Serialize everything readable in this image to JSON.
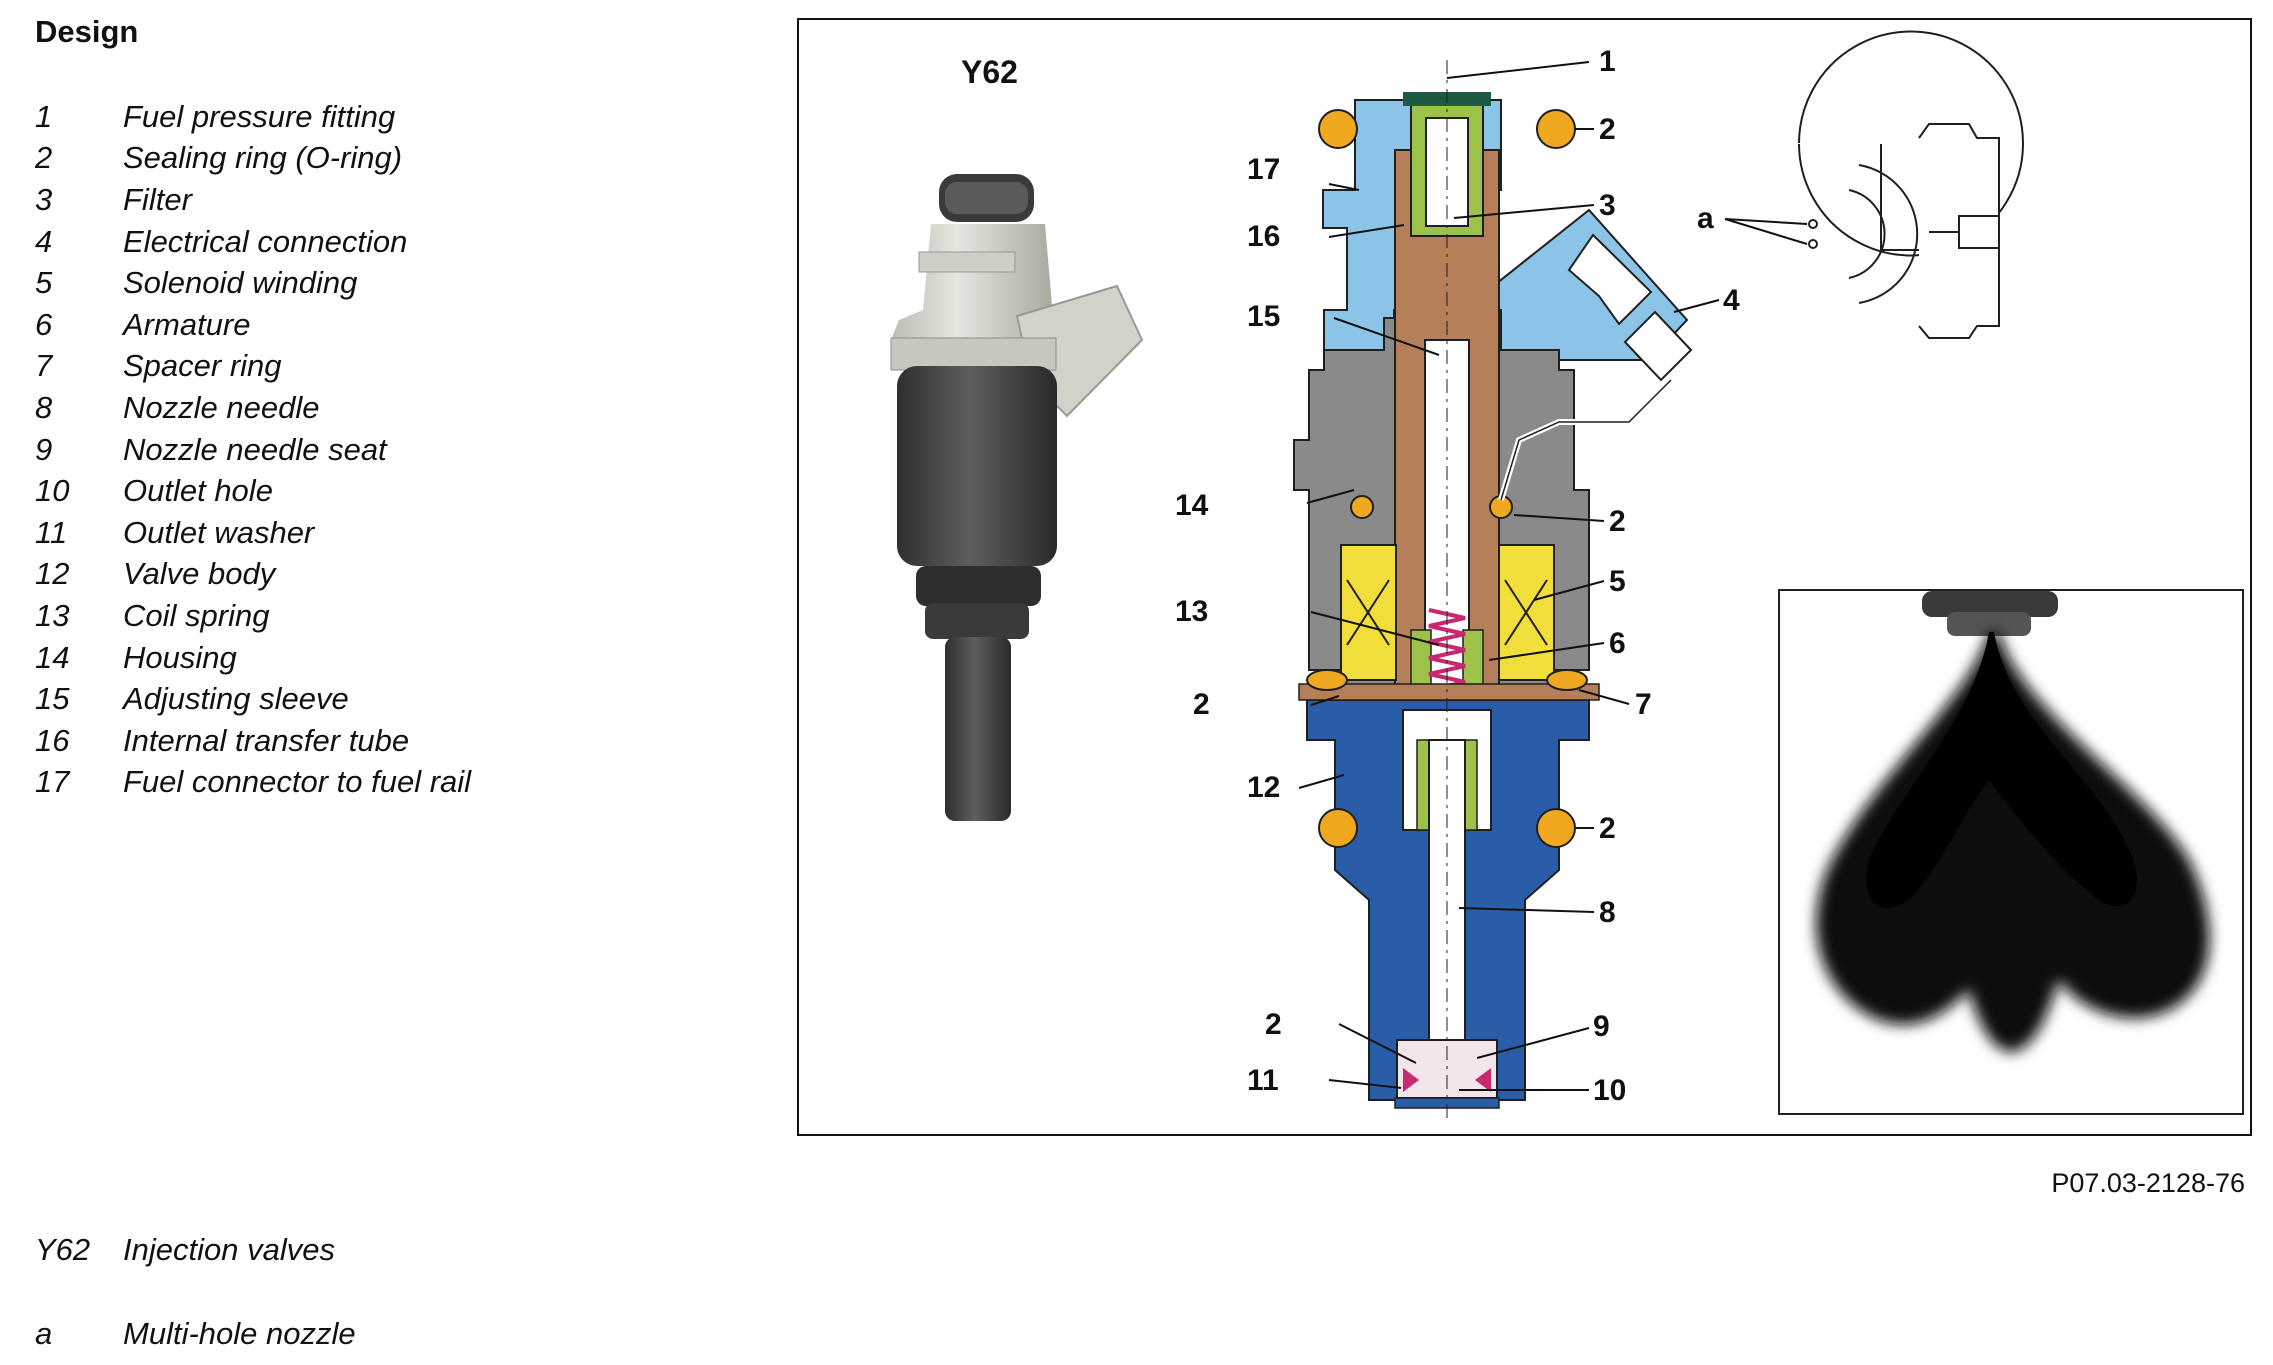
{
  "heading": "Design",
  "legend": [
    {
      "num": "1",
      "label": "Fuel pressure fitting"
    },
    {
      "num": "2",
      "label": "Sealing ring (O-ring)"
    },
    {
      "num": "3",
      "label": "Filter"
    },
    {
      "num": "4",
      "label": "Electrical connection"
    },
    {
      "num": "5",
      "label": "Solenoid winding"
    },
    {
      "num": "6",
      "label": "Armature"
    },
    {
      "num": "7",
      "label": "Spacer ring"
    },
    {
      "num": "8",
      "label": "Nozzle needle"
    },
    {
      "num": "9",
      "label": "Nozzle needle seat"
    },
    {
      "num": "10",
      "label": "Outlet hole"
    },
    {
      "num": "11",
      "label": "Outlet washer"
    },
    {
      "num": "12",
      "label": "Valve body"
    },
    {
      "num": "13",
      "label": "Coil spring"
    },
    {
      "num": "14",
      "label": "Housing"
    },
    {
      "num": "15",
      "label": "Adjusting sleeve"
    },
    {
      "num": "16",
      "label": "Internal transfer tube"
    },
    {
      "num": "17",
      "label": "Fuel connector to fuel rail"
    }
  ],
  "figure": {
    "component_code": "Y62",
    "callouts": {
      "c1": "1",
      "c2a": "2",
      "c17": "17",
      "c3": "3",
      "c16": "16",
      "c4": "4",
      "c15": "15",
      "c14": "14",
      "c2b": "2",
      "c5": "5",
      "c13": "13",
      "c6": "6",
      "c2c": "2",
      "c7": "7",
      "c12": "12",
      "c2d": "2",
      "c8": "8",
      "c2e": "2",
      "c9": "9",
      "c11": "11",
      "c10": "10",
      "ca": "a"
    },
    "colors": {
      "connector_blue": "#8cc4e8",
      "valve_body_blue": "#2a5da8",
      "tube_brown": "#b57f5a",
      "filter_green": "#9cc24a",
      "oring_orange": "#f0a820",
      "coil_yellow": "#f2de3a",
      "spring_magenta": "#c8286e",
      "housing_gray": "#8a8a8a"
    }
  },
  "reference": "P07.03-2128-76",
  "footnotes": [
    {
      "num": "Y62",
      "label": "Injection valves"
    },
    {
      "num": "a",
      "label": "Multi-hole nozzle"
    }
  ]
}
